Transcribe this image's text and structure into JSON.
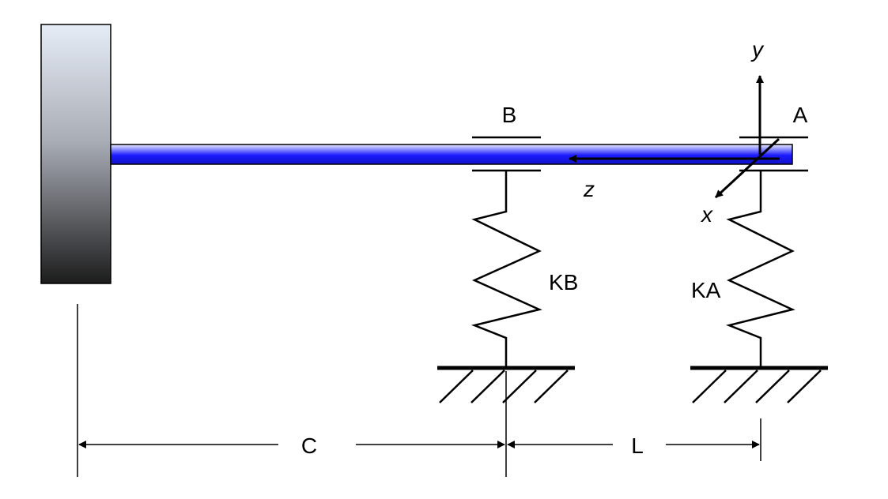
{
  "labels": {
    "point_a": "A",
    "point_b": "B",
    "spring_a": "KA",
    "spring_b": "KB",
    "axis_x": "x",
    "axis_y": "y",
    "axis_z": "z",
    "dim_c": "C",
    "dim_l": "L"
  },
  "colors": {
    "shaft_dark": "#1a1aff",
    "shaft_light": "#e8ecff",
    "wall_top": "#e6ecf6",
    "wall_bottom": "#1c1c1c",
    "line": "#000000"
  }
}
